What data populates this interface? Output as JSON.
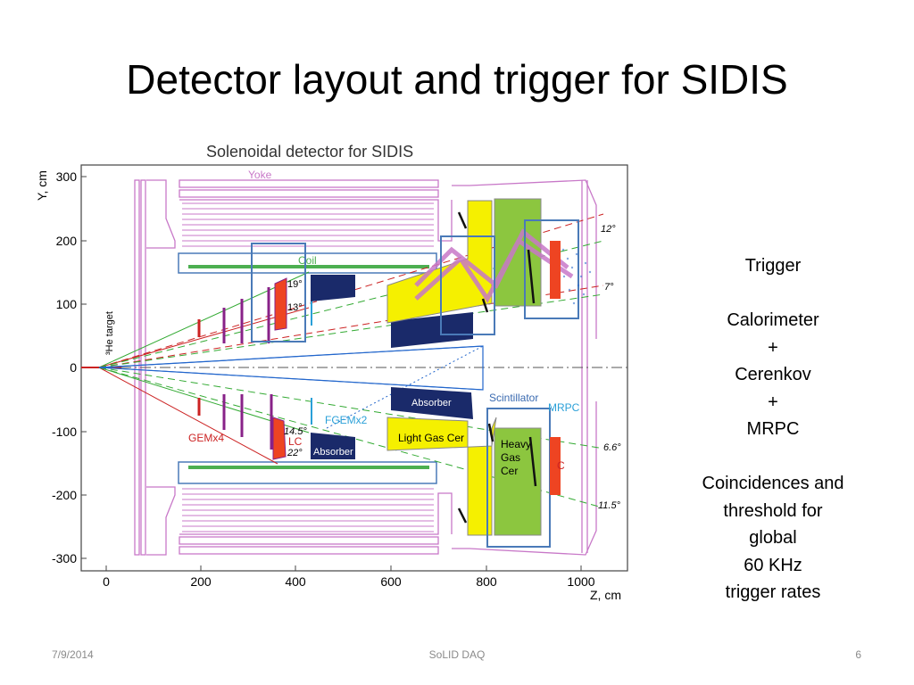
{
  "slide": {
    "title": "Detector layout and trigger for SIDIS",
    "footer_date": "7/9/2014",
    "footer_center": "SoLID DAQ",
    "footer_page": "6"
  },
  "figure": {
    "title": "Solenoidal detector for SIDIS",
    "y_axis_label": "Y, cm",
    "x_axis_label": "Z, cm",
    "y_ticks": [
      "300",
      "200",
      "100",
      "0",
      "-100",
      "-200",
      "-300"
    ],
    "x_ticks": [
      "0",
      "200",
      "400",
      "600",
      "800",
      "1000"
    ],
    "labels": {
      "yoke": "Yoke",
      "coil": "Coil",
      "target": "³He target",
      "gem": "GEMx4",
      "fgem": "FGEMx2",
      "lc": "LC",
      "absorber_top": "Absorber",
      "absorber_bottom": "Absorber",
      "light_gas_cer": "Light Gas Cer",
      "heavy_gas_cer_1": "Heavy",
      "heavy_gas_cer_2": "Gas",
      "heavy_gas_cer_3": "Cer",
      "scintillator": "Scintillator",
      "mrpc": "MRPC",
      "ec": "C",
      "angle_19": "19°",
      "angle_13": "13°",
      "angle_14_5": "14.5°",
      "angle_22": "22°",
      "angle_12": "12°",
      "angle_7": "7°",
      "angle_6_6": "6.6°",
      "angle_11_5": "11.5°"
    },
    "colors": {
      "yoke": "#c878c8",
      "coil": "#4caf50",
      "absorber": "#1a2a6a",
      "light_gas_cer": "#f5f000",
      "heavy_gas_cer": "#8cc63f",
      "calorimeter": "#ee4422",
      "gem": "#882288",
      "boxes": "#4a7ab8",
      "mrpc_text": "#2aa0d8",
      "scintillator_text": "#3a6ab0",
      "red_lines": "#cc2222",
      "green_lines": "#33aa33",
      "blue_lines": "#2266cc"
    }
  },
  "trigger_text": {
    "lines": [
      "Trigger",
      "",
      "Calorimeter",
      "+",
      "Cerenkov",
      "+",
      "MRPC",
      "",
      "Coincidences and",
      "threshold for",
      "global",
      "60 KHz",
      "trigger rates"
    ]
  }
}
